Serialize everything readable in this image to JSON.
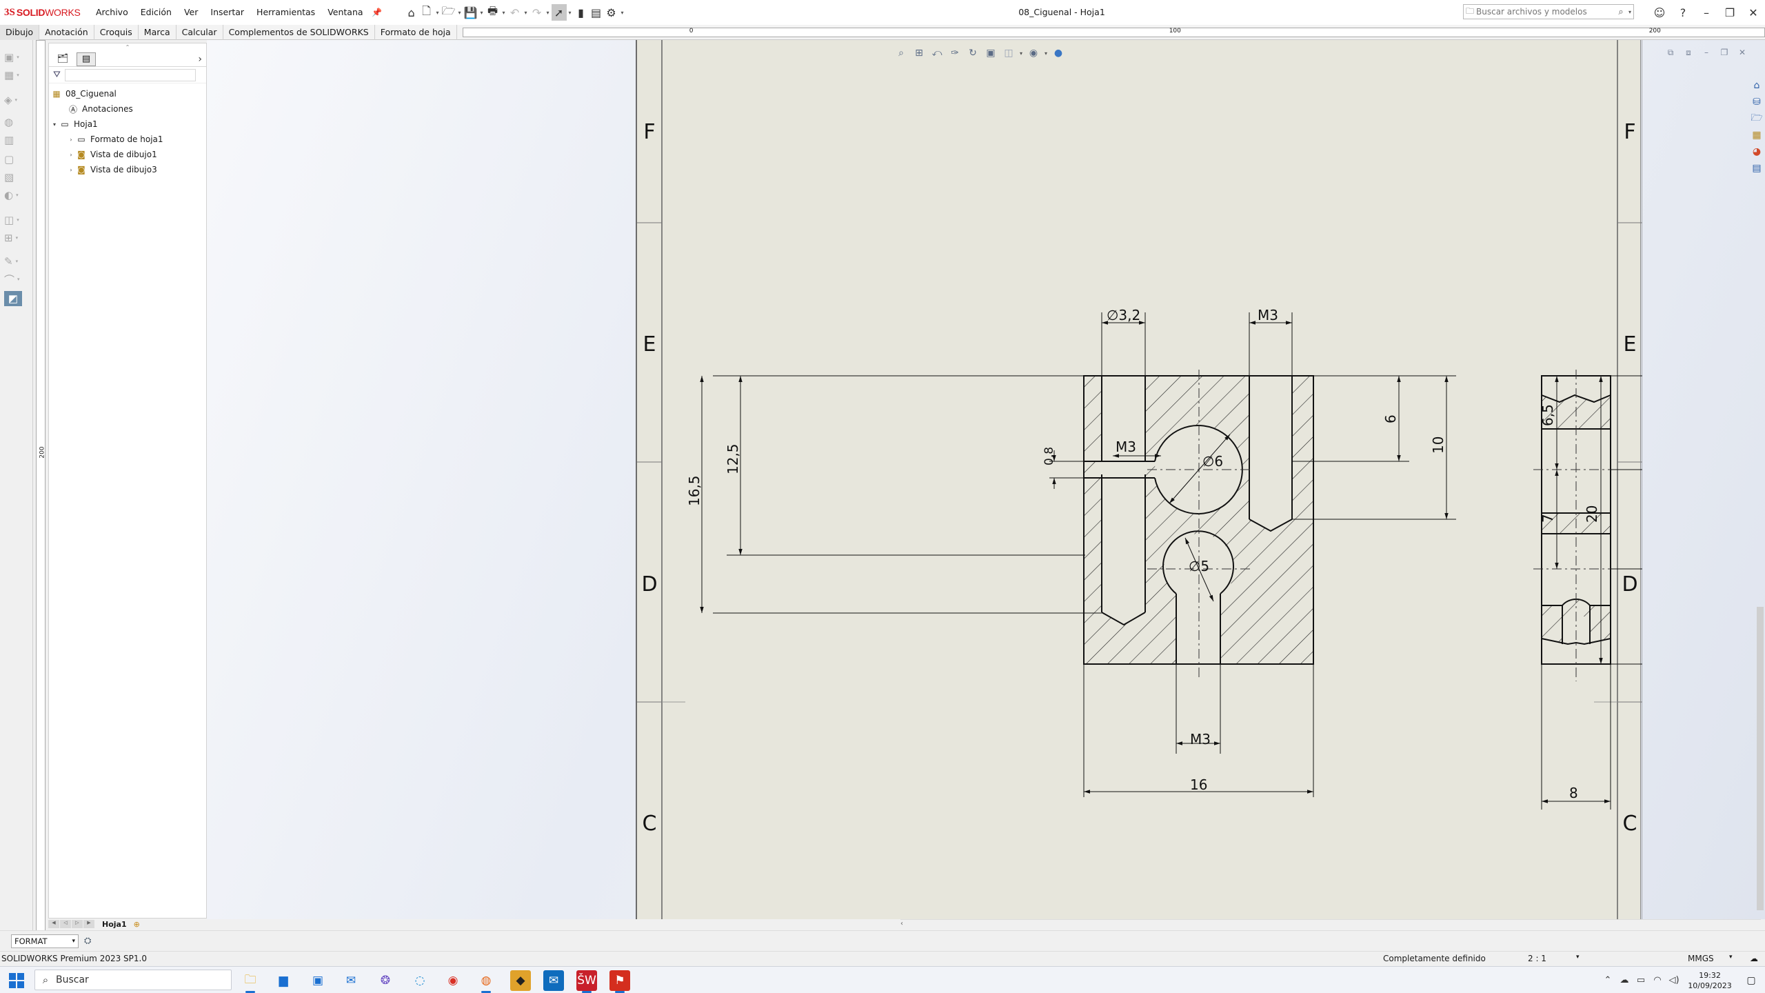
{
  "app": {
    "logo_ds": "3S",
    "logo_solid": "SOLID",
    "logo_works": "WORKS",
    "document_title": "08_Ciguenal - Hoja1"
  },
  "menu": [
    "Archivo",
    "Edición",
    "Ver",
    "Insertar",
    "Herramientas",
    "Ventana"
  ],
  "search": {
    "placeholder": "Buscar archivos y modelos"
  },
  "command_tabs": [
    "Dibujo",
    "Anotación",
    "Croquis",
    "Marca",
    "Calcular",
    "Complementos de SOLIDWORKS",
    "Formato de hoja"
  ],
  "ruler": {
    "top_labels": [
      "0",
      "100",
      "200"
    ],
    "left_label": "200"
  },
  "feature_tree": {
    "root": "08_Ciguenal",
    "items": [
      {
        "label": "Anotaciones",
        "level": 1
      },
      {
        "label": "Hoja1",
        "level": 1
      },
      {
        "label": "Formato de hoja1",
        "level": 2
      },
      {
        "label": "Vista de dibujo1",
        "level": 2
      },
      {
        "label": "Vista de dibujo3",
        "level": 2
      }
    ]
  },
  "sheet_tab": "Hoja1",
  "zones": {
    "rows": [
      "F",
      "E",
      "D",
      "C"
    ]
  },
  "dimensions": {
    "front": {
      "d_hole": "∅3,2",
      "m3_top": "M3",
      "m3_left": "M3",
      "d6": "∅6",
      "d5": "∅5",
      "h08": "0,8",
      "h125": "12,5",
      "h165": "16,5",
      "h6": "6",
      "h10": "10",
      "m3_bottom": "M3",
      "w16": "16"
    },
    "side": {
      "h65": "6,5",
      "h7": "7",
      "h20": "20",
      "w8": "8"
    }
  },
  "format_bar": {
    "layer_select": "FORMAT"
  },
  "status": {
    "product": "SOLIDWORKS Premium 2023 SP1.0",
    "definition": "Completamente definido",
    "scale": "2 : 1",
    "units": "MMGS"
  },
  "taskbar": {
    "search_label": "Buscar",
    "time": "19:32",
    "date": "10/09/2023"
  },
  "colors": {
    "brand": "#d71920",
    "sheet": "#e7e6dc",
    "taskbar_accent": "#1a6fd1"
  }
}
